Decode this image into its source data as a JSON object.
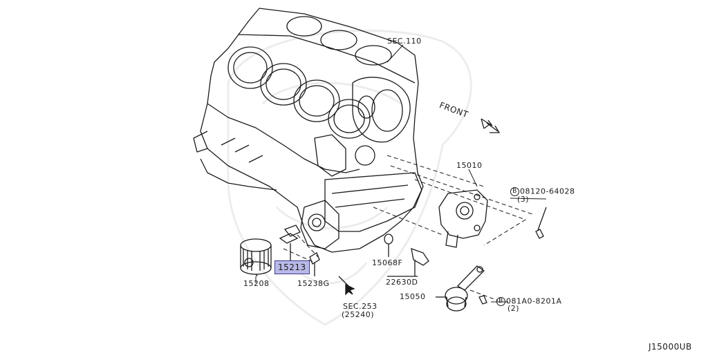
{
  "labels": {
    "sec110": "SEC.110",
    "front": "FRONT",
    "p15010": "15010",
    "bolt1_code": "B",
    "bolt1_part": "08120-64028",
    "bolt1_qty": "(3)",
    "p15068f": "15068F",
    "p22630d": "22630D",
    "p15050": "15050",
    "bolt2_code": "B",
    "bolt2_part": "081A0-8201A",
    "bolt2_qty": "(2)",
    "p15213": "15213",
    "p15208": "15208",
    "p15238g": "15238G",
    "sec253": "SEC.253",
    "sec253_sub": "(25240)",
    "diagram_id": "J15000UB"
  },
  "colors": {
    "line": "#1a1a1a",
    "highlight_fill": "#b9b9e8",
    "highlight_border": "#3a3a8c"
  }
}
